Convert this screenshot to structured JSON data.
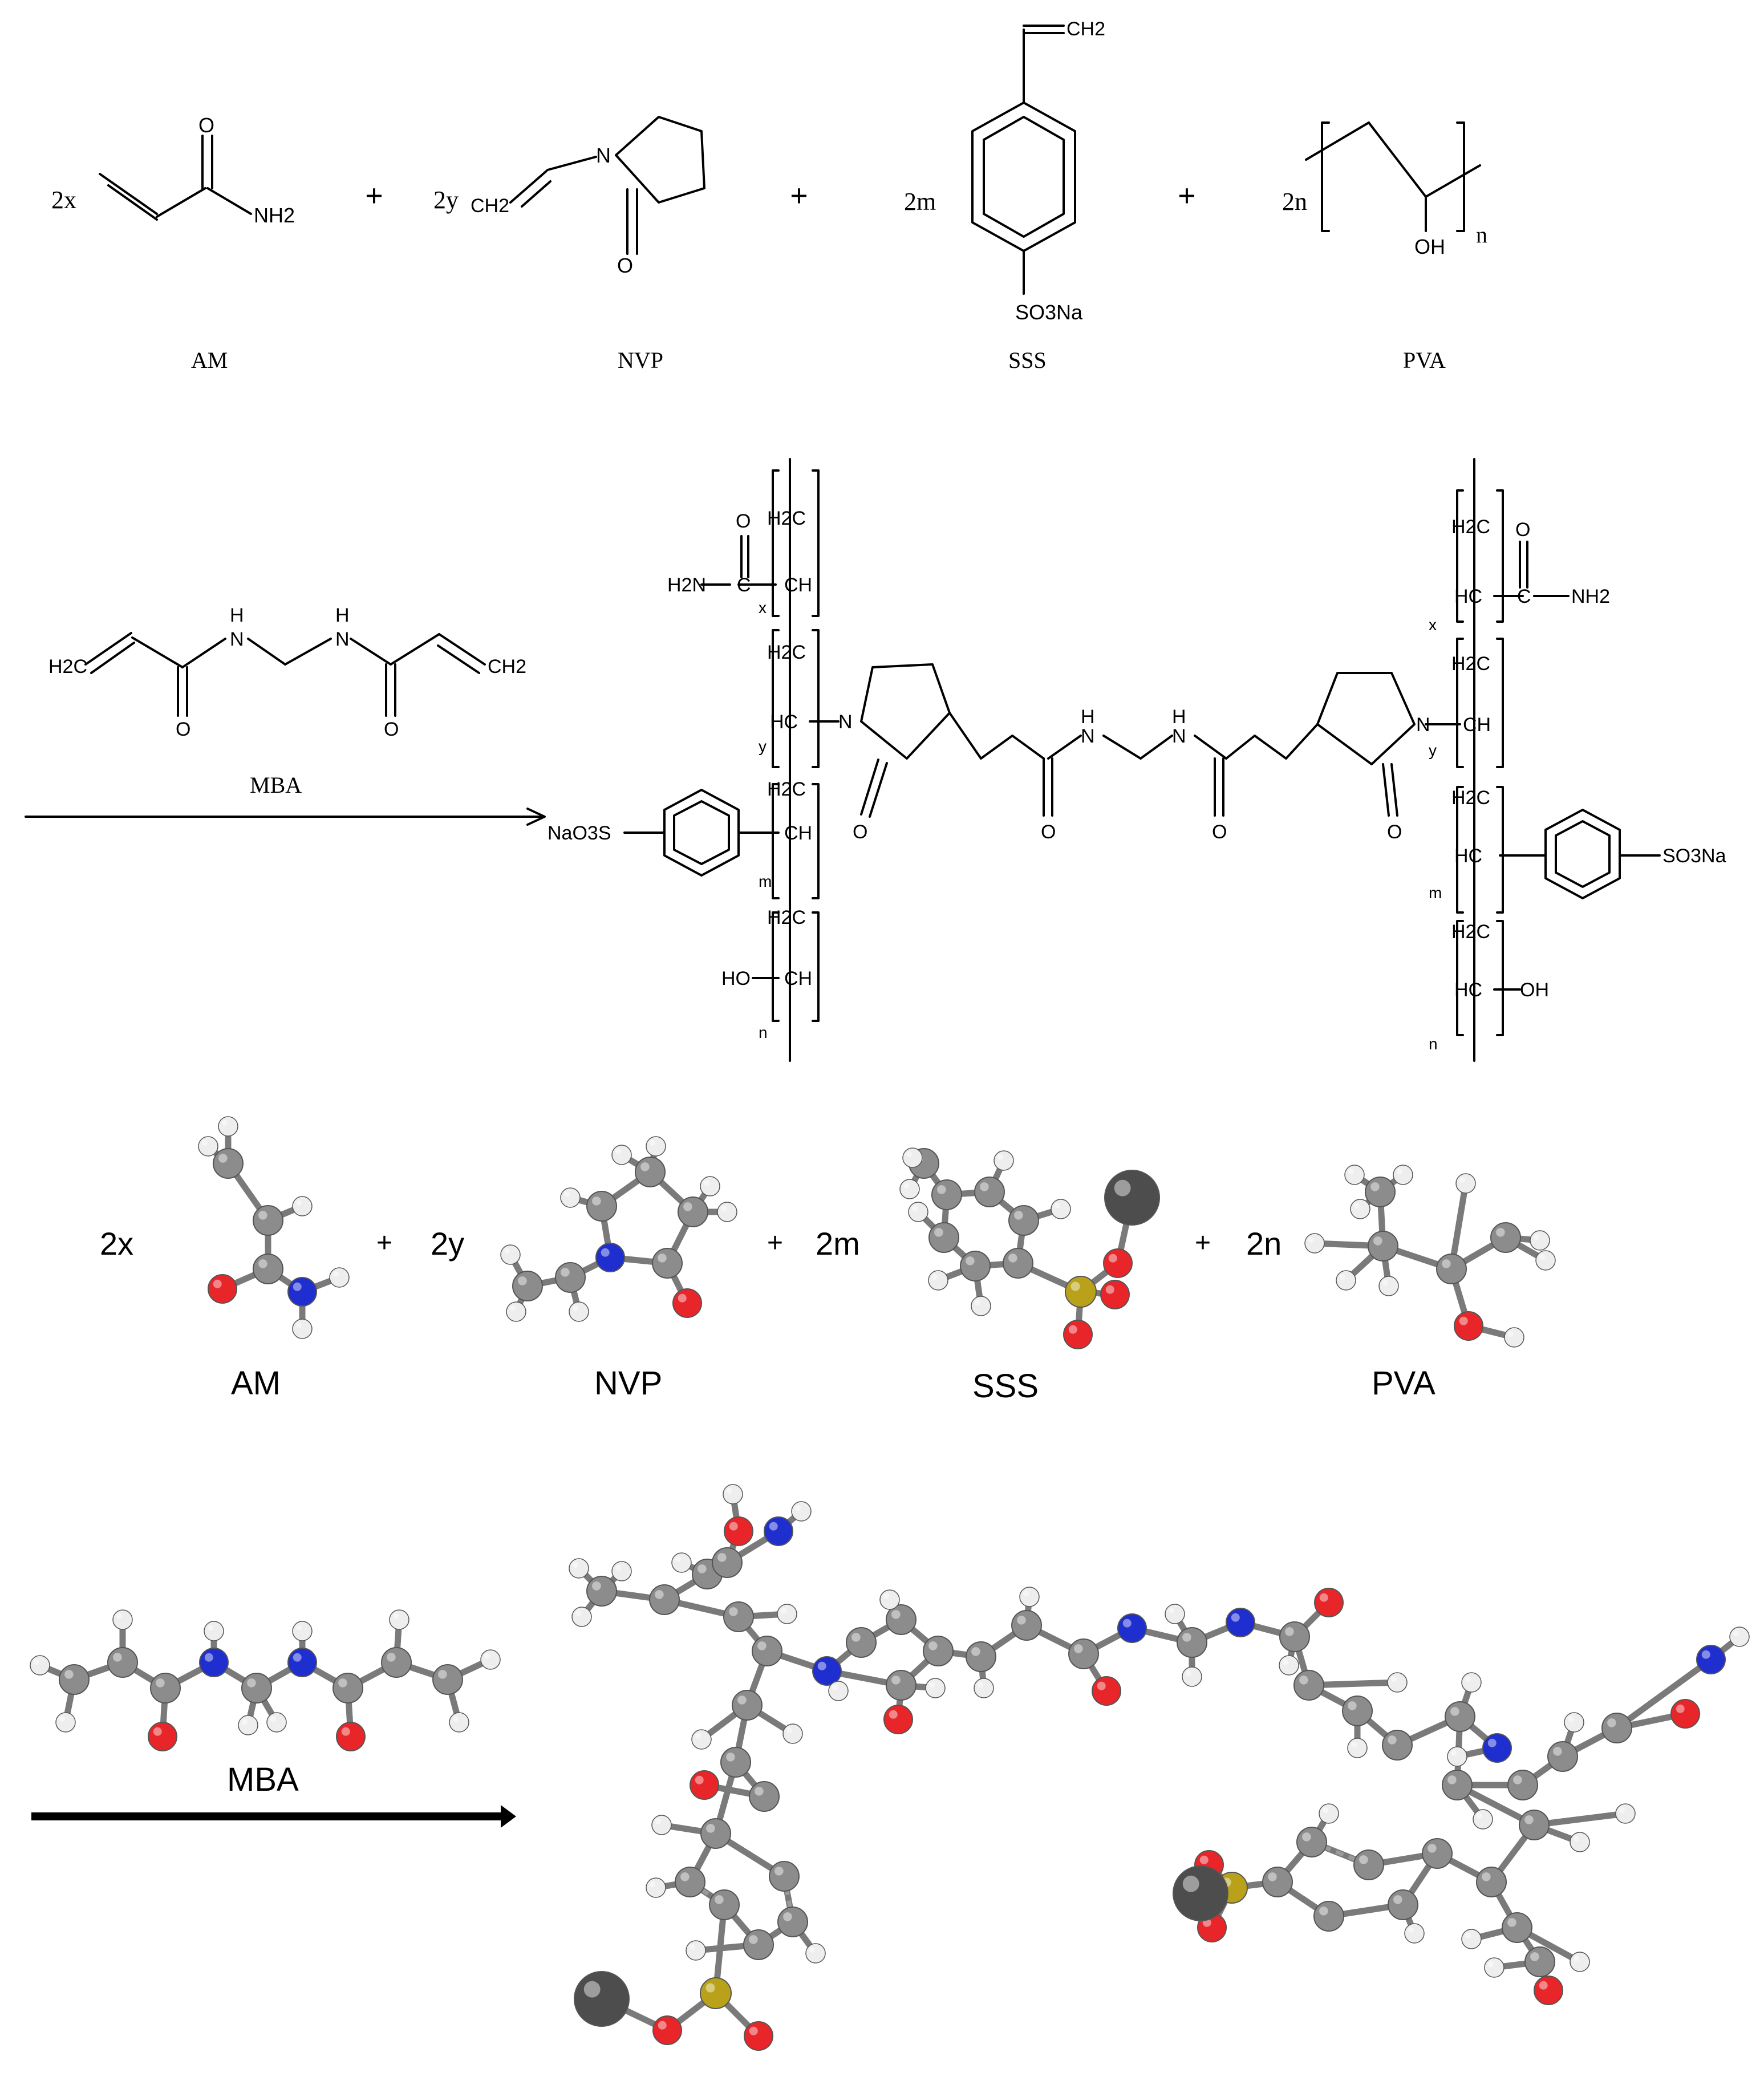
{
  "figure": {
    "top_labels": {
      "am": "AM",
      "nvp": "NVP",
      "sss": "SSS",
      "pva": "PVA",
      "mba": "MBA"
    },
    "coefficients": {
      "am": "2x",
      "nvp": "2y",
      "sss": "2m",
      "pva": "2n"
    },
    "plus": "+",
    "atoms": {
      "O": "O",
      "NH2": "NH2",
      "N": "N",
      "H": "H",
      "CH2": "CH2",
      "H2C": "H2C",
      "SO3Na": "SO3Na",
      "NaO3S": "NaO3S",
      "OH": "OH",
      "HO": "HO",
      "CH": "CH",
      "HC": "HC",
      "C": "C",
      "H2N": "H2N",
      "n": "n",
      "x": "x",
      "y": "y",
      "m": "m"
    },
    "bottom_labels": {
      "am": "AM",
      "nvp": "NVP",
      "sss": "SSS",
      "pva": "PVA",
      "mba": "MBA"
    },
    "atom_colors": {
      "carbon": "#8c8c8c",
      "hydrogen": "#eeeeee",
      "oxygen": "#e8262a",
      "nitrogen": "#1f2fcf",
      "sulfur": "#b9a21a",
      "sodium": "#4d4d4d"
    }
  }
}
